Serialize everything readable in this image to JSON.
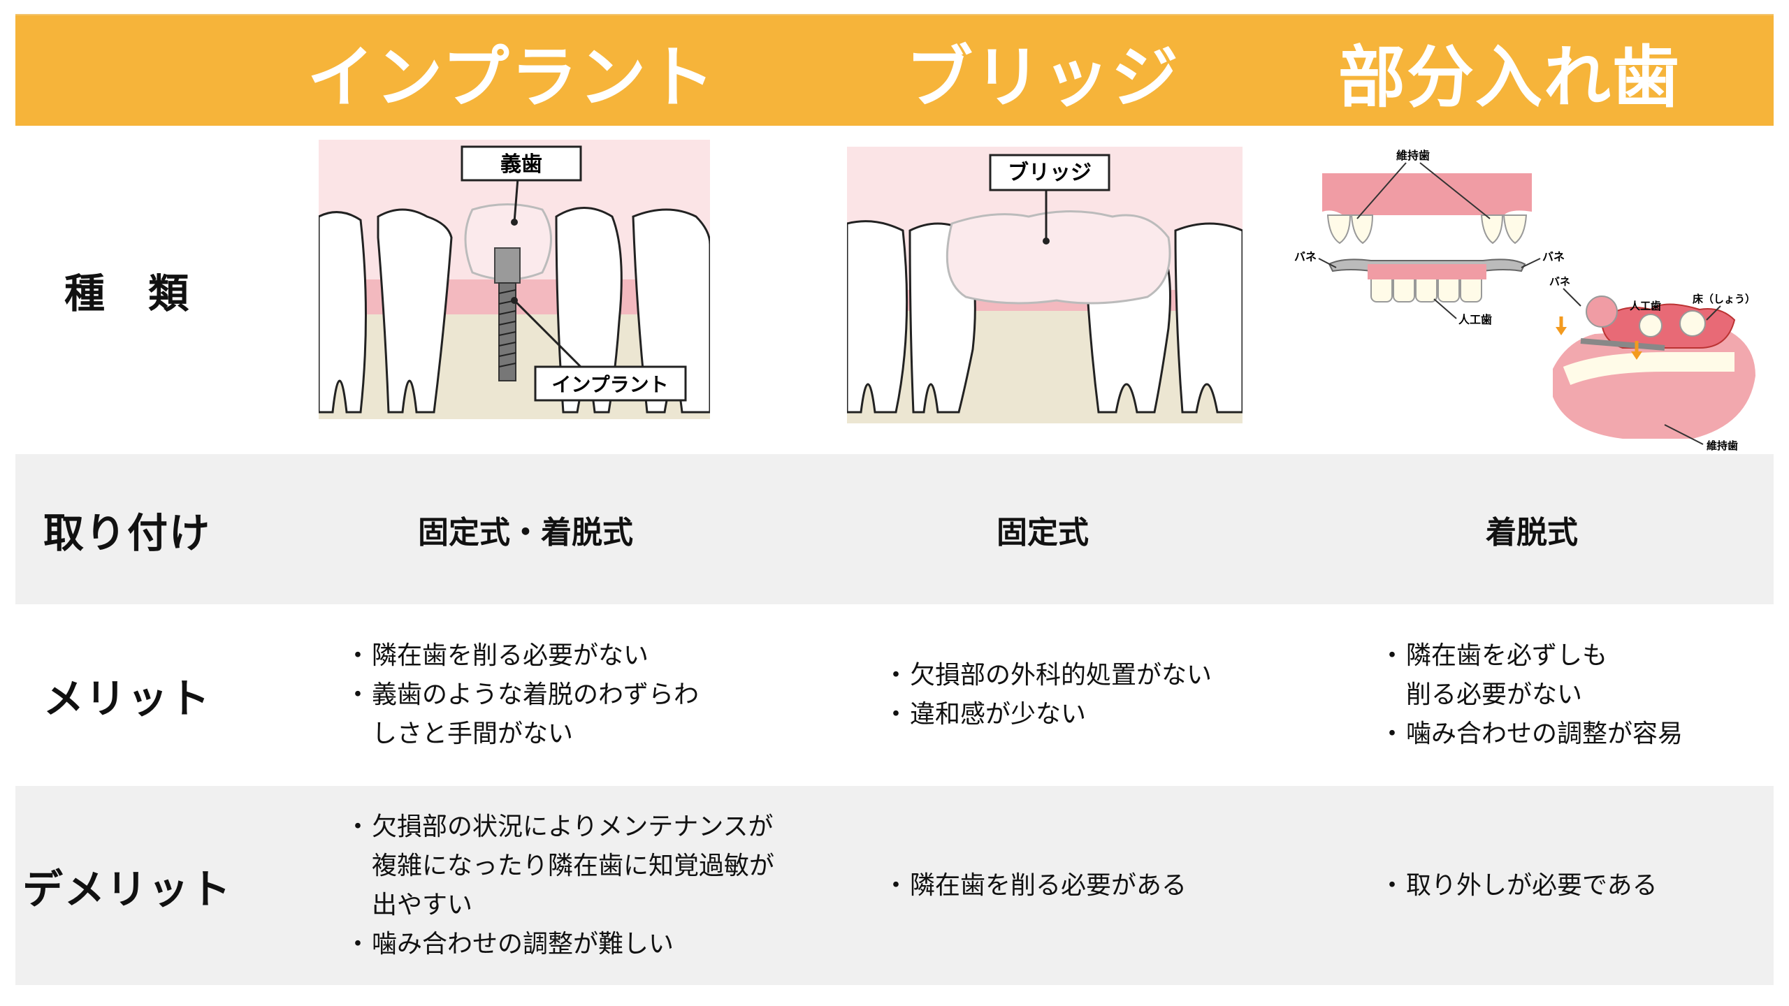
{
  "header": {
    "implant": "インプラント",
    "bridge": "ブリッジ",
    "denture": "部分入れ歯"
  },
  "rows": {
    "type": {
      "label": "種　類"
    },
    "mount": {
      "label": "取り付け",
      "implant": "固定式・着脱式",
      "bridge": "固定式",
      "denture": "着脱式"
    },
    "merit": {
      "label": "メリット",
      "implant": [
        "隣在歯を削る必要がない",
        "義歯のような着脱のわずらわしさと手間がない"
      ],
      "bridge": [
        "欠損部の外科的処置がない",
        "違和感が少ない"
      ],
      "denture": [
        "隣在歯を必ずしも削る必要がない",
        "噛み合わせの調整が容易"
      ]
    },
    "demerit": {
      "label": "デメリット",
      "implant": [
        "欠損部の状況によりメンテナンスが複雑になったり隣在歯に知覚過敏が出やすい",
        "噛み合わせの調整が難しい"
      ],
      "bridge": [
        "隣在歯を削る必要がある"
      ],
      "denture": [
        "取り外しが必要である"
      ]
    }
  },
  "figures": {
    "implant": {
      "crown_label": "義歯",
      "implant_label": "インプラント"
    },
    "bridge": {
      "bridge_label": "ブリッジ"
    },
    "denture": {
      "retainer_top": "維持歯",
      "spring_left": "バネ",
      "spring_right": "バネ",
      "artificial_tooth": "人工歯",
      "spring_small": "バネ",
      "artificial_tooth_2": "人工歯",
      "base": "床（しょう）",
      "retainer_bottom": "維持歯"
    }
  },
  "colors": {
    "header_bg": "#f6b43a",
    "gum": "#f5c8cc",
    "bone": "#ece6d2",
    "row_gray": "#f0f0f0"
  }
}
